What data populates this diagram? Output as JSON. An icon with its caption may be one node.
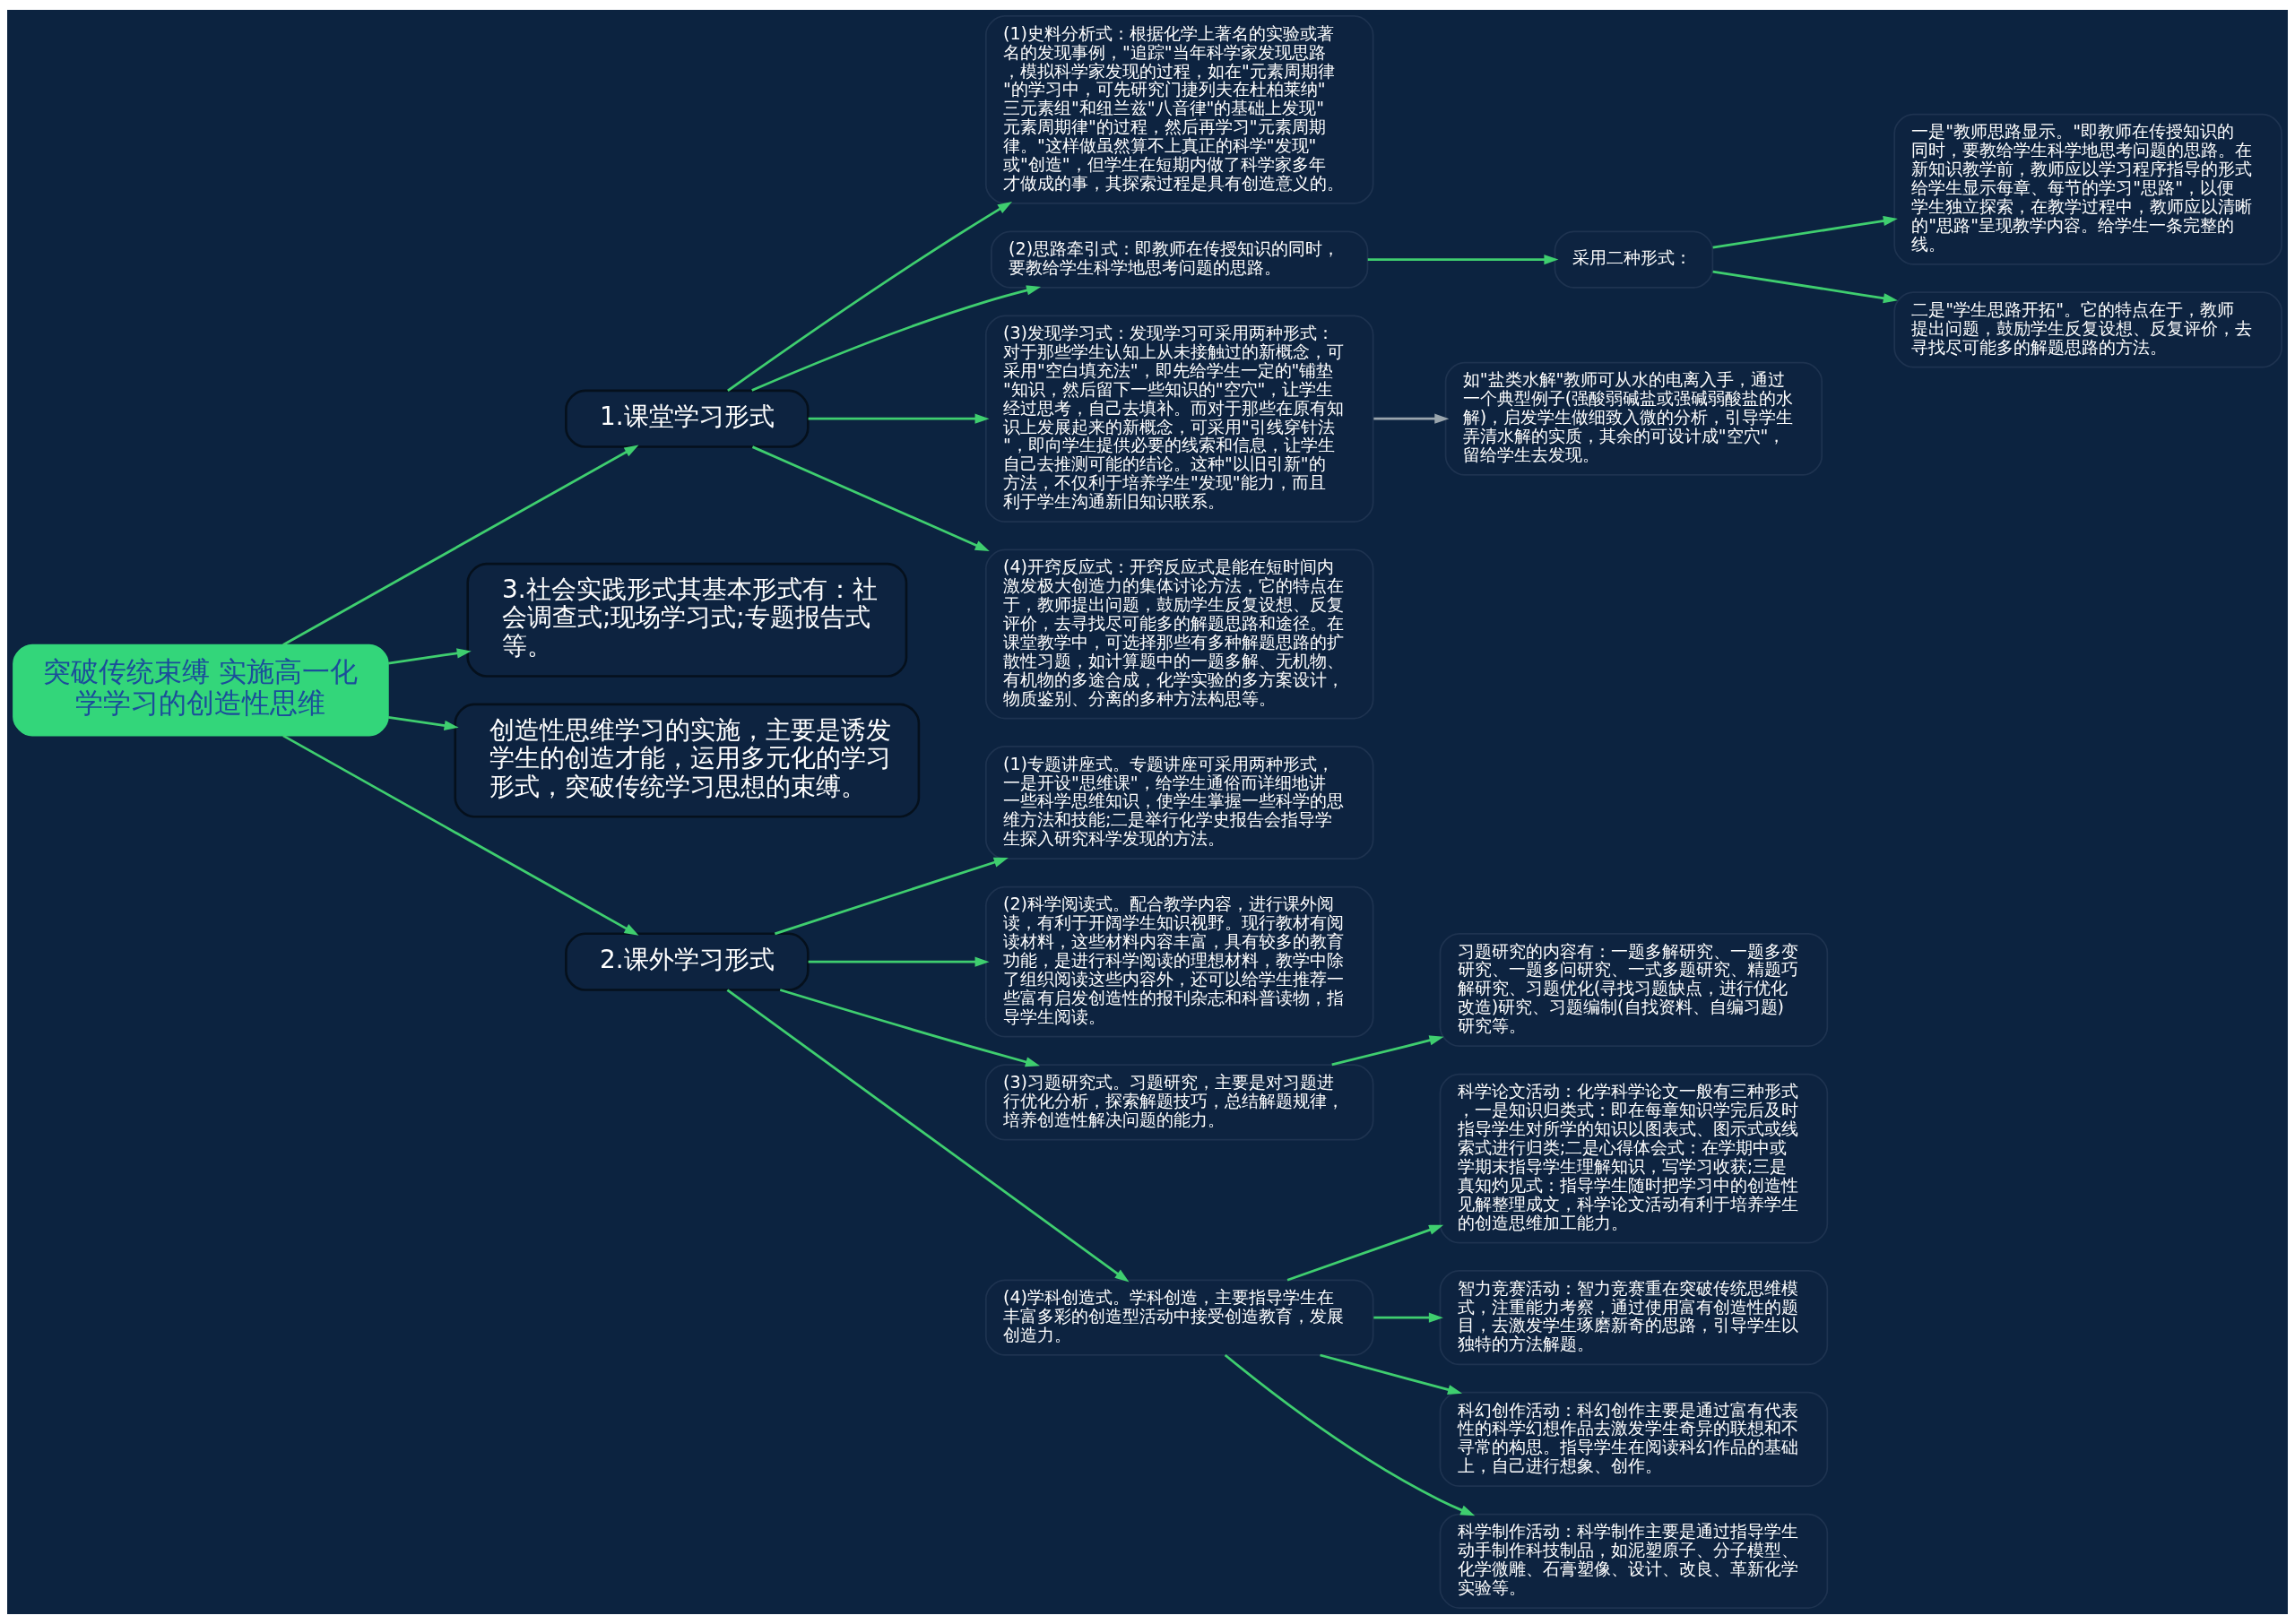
{
  "diagram": {
    "nodes": [
      {
        "text": [
          "突破传统束缚 实施高一化学学习的创造性思维"
        ]
      },
      {
        "text": [
          "1.课堂学习形式"
        ]
      },
      {
        "text": [
          "(1)史料分析式：根据化学上著名的实验或著名的发现事例，\"追踪\"当年科学家发现思路，模拟科学家发现的过程，如在\"元素周期律\"的学习中，可先研究门捷列夫在杜柏莱纳\"三元素组\"和纽兰兹\"八音律\"的基础上发现\"元素周期律\"的过程，然后再学习\"元素周期律。\"这样做虽然算不上真正的科学\"发现\" 或\"创造\"，但学生在短期内做了科学家多年才做成的事，其探索过程是具有创造意义的。"
        ]
      },
      {
        "text": [
          "(2)思路牵引式：即教师在传授知识的同时，要教给学生科学地思考问题的思路。"
        ]
      },
      {
        "text": [
          "采用二种形式："
        ]
      },
      {
        "text": [
          "一是\"教师思路显示。\"即教师在传授知识的同时，要教给学生科学地思考问题的思路。在新知识教学前，教师应以学习程序指导的形式给学生显示每章、每节的学习\"思路\"，以便学生独立探索，在教学过程中，教师应以清晰的\"思路\"呈现教学内容。给学生一条完整的线。"
        ]
      },
      {
        "text": [
          "二是\"学生思路开拓\"。它的特点在于，教师提出问题，鼓励学生反复设想、反复评价，去寻找尽可能多的解题思路的方法。"
        ]
      },
      {
        "text": [
          "(3)发现学习式：发现学习可采用两种形式：对于那些学生认知上从未接触过的新概念，可采用\"空白填充法\"，即先给学生一定的\"铺垫\"知识，然后留下一些知识的\"空穴\"，让学生经过思考，自己去填补。而对于那些在原有知识上发展起来的新概念，可采用\"引线穿针法\"，即向学生提供必要的线索和信息，让学生自己去推测可能的结论。这种\"以旧引新\"的方法，不仅利于培养学生\"发现\"能力，而且利于学生沟通新旧知识联系。"
        ]
      },
      {
        "text": [
          "如\"盐类水解\"教师可从水的电离入手，通过一个典型例子(强酸弱碱盐或强碱弱酸盐的水解)，启发学生做细致入微的分析，引导学生弄清水解的实质，其余的可设计成\"空穴\"，留给学生去发现。"
        ]
      },
      {
        "text": [
          "(4)开窍反应式：开窍反应式是能在短时间内激发极大创造力的集体讨论方法，它的特点在于，教师提出问题，鼓励学生反复设想、反复评价，去寻找尽可能多的解题思路和途径。在课堂教学中，可选择那些有多种解题思路的扩散性习题，如计算题中的一题多解、无机物、有机物的多途合成，化学实验的多方案设计，物质鉴别、分离的多种方法构思等。"
        ]
      },
      {
        "text": [
          "3.社会实践形式其基本形式有：社会调查式;现场学习式;专题报告式等。"
        ]
      },
      {
        "text": [
          "创造性思维学习的实施，主要是诱发学生的创造才能，运用多元化的学习形式，突破传统学习思想的束缚。"
        ]
      },
      {
        "text": [
          "2.课外学习形式"
        ]
      },
      {
        "text": [
          "(1)专题讲座式。专题讲座可采用两种形式，一是开设\"思维课\"，给学生通俗而详细地讲一些科学思维知识，使学生掌握一些科学的思维方法和技能;二是举行化学史报告会指导学生探入研究科学发现的方法。"
        ]
      },
      {
        "text": [
          "(2)科学阅读式。配合教学内容，进行课外阅读，有利于开阔学生知识视野。现行教材有阅读材料，这些材料内容丰富，具有较多的教育功能，是进行科学阅读的理想材料，教学中除了组织阅读这些内容外，还可以给学生推荐一些富有启发创造性的报刊杂志和科普读物，指导学生阅读。"
        ]
      },
      {
        "text": [
          "(3)习题研究式。习题研究，主要是对习题进行优化分析，探索解题技巧，总结解题规律，培养创造性解决问题的能力。"
        ]
      },
      {
        "text": [
          "习题研究的内容有：一题多解研究、一题多变研究、一题多问研究、一式多题研究、精题巧解研究、习题优化(寻找习题缺点，进行优化改造)研究、习题编制(自找资料、自编习题)研究等。"
        ]
      },
      {
        "text": [
          "(4)学科创造式。学科创造，主要指导学生在丰富多彩的创造型活动中接受创造教育，发展创造力。"
        ]
      },
      {
        "text": [
          "科学论文活动：化学科学论文一般有三种形式，一是知识归类式：即在每章知识学完后及时指导学生对所学的知识以图表式、图示式或线索式进行归类;二是心得体会式：在学期中或学期末指导学生理解知识，写学习收获;三是真知灼见式：指导学生随时把学习中的创造性见解整理成文，科学论文活动有利于培养学生的创造思维加工能力。"
        ]
      },
      {
        "text": [
          "智力竞赛活动：智力竞赛重在突破传统思维模式，注重能力考察，通过使用富有创造性的题目，去激发学生琢磨新奇的思路，引导学生以独特的方法解题。"
        ]
      },
      {
        "text": [
          "科幻创作活动：科幻创作主要是通过富有代表性的科学幻想作品去激发学生奇异的联想和不寻常的构思。指导学生在阅读科幻作品的基础上，自己进行想象、创作。"
        ]
      },
      {
        "text": [
          "科学制作活动：科学制作主要是通过指导学生动手制作科技制品，如泥塑原子、分子模型、化学微雕、石膏塑像、设计、改良、革新化学实验等。"
        ]
      }
    ],
    "edges": [
      {
        "from": 0,
        "to": 1,
        "arrow": "to"
      },
      {
        "from": 1,
        "to": 2,
        "arrow": "to"
      },
      {
        "from": 1,
        "to": 3,
        "arrow": "to"
      },
      {
        "from": 3,
        "to": 4,
        "arrow": "to"
      },
      {
        "from": 4,
        "to": 5,
        "arrow": "to"
      },
      {
        "from": 4,
        "to": 6,
        "arrow": "to"
      },
      {
        "from": 1,
        "to": 7,
        "arrow": "to"
      },
      {
        "from": 7,
        "to": 8,
        "arrow": "to",
        "color": "#9aa5ad"
      },
      {
        "from": 1,
        "to": 9,
        "arrow": "to"
      },
      {
        "from": 0,
        "to": 10,
        "arrow": "to"
      },
      {
        "from": 0,
        "to": 11,
        "arrow": "to"
      },
      {
        "from": 0,
        "to": 12,
        "arrow": "to"
      },
      {
        "from": 12,
        "to": 13,
        "arrow": "to"
      },
      {
        "from": 12,
        "to": 14,
        "arrow": "to"
      },
      {
        "from": 12,
        "to": 15,
        "arrow": "to"
      },
      {
        "from": 15,
        "to": 16,
        "arrow": "to"
      },
      {
        "from": 12,
        "to": 17,
        "arrow": "to"
      },
      {
        "from": 17,
        "to": 18,
        "arrow": "to"
      },
      {
        "from": 17,
        "to": 19,
        "arrow": "to"
      },
      {
        "from": 17,
        "to": 20,
        "arrow": "to"
      },
      {
        "from": 17,
        "to": 21,
        "arrow": "to"
      }
    ]
  }
}
